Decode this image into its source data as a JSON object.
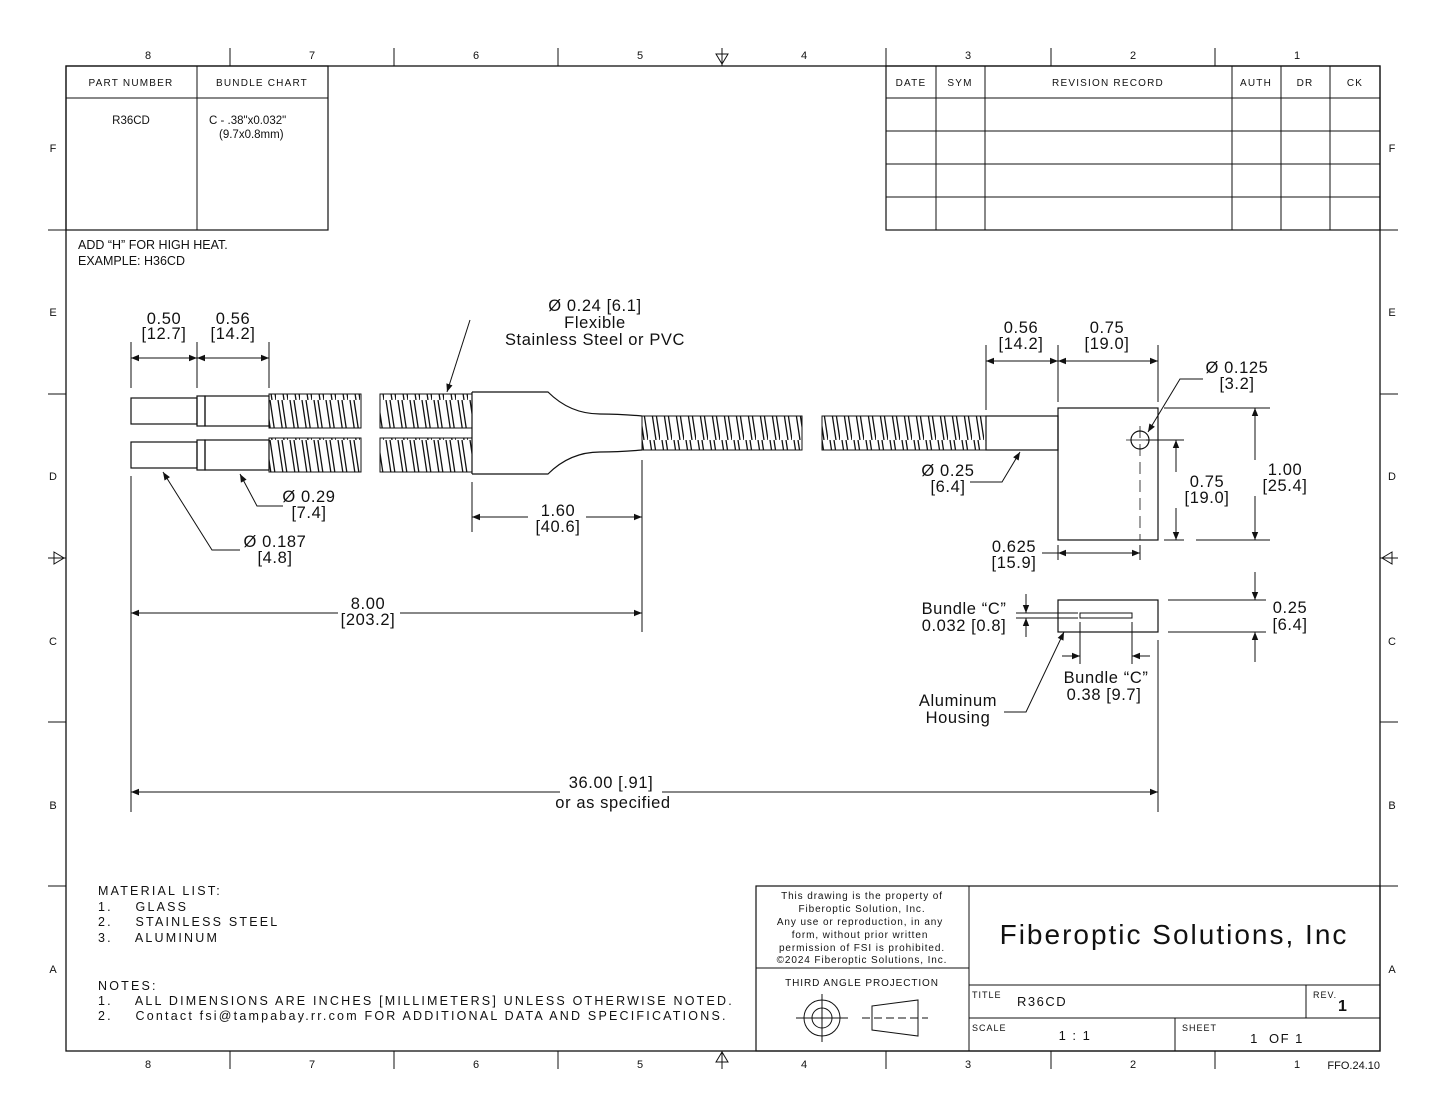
{
  "border": {
    "zones_top": [
      "8",
      "7",
      "6",
      "5",
      "4",
      "3",
      "2",
      "1"
    ],
    "zones_side": [
      "F",
      "E",
      "D",
      "C",
      "B",
      "A"
    ],
    "form_code": "FFO.24.10"
  },
  "part_table": {
    "headers": [
      "PART NUMBER",
      "BUNDLE CHART"
    ],
    "part_number": "R36CD",
    "bundle_line1": "C - .38\"x0.032\"",
    "bundle_line2": "(9.7x0.8mm)"
  },
  "revision_table": {
    "headers": [
      "DATE",
      "SYM",
      "REVISION RECORD",
      "AUTH",
      "DR",
      "CK"
    ]
  },
  "notes_top": [
    "ADD “H” FOR HIGH HEAT.",
    "EXAMPLE: H36CD"
  ],
  "dimensions": {
    "d050": "0.50",
    "d050mm": "[12.7]",
    "d056": "0.56",
    "d056mm": "[14.2]",
    "sheath_line1": "Ø 0.24 [6.1]",
    "sheath_line2": "Flexible",
    "sheath_line3": "Stainless Steel or PVC",
    "d029": "Ø 0.29",
    "d029mm": "[7.4]",
    "d0187": "Ø 0.187",
    "d0187mm": "[4.8]",
    "d160": "1.60",
    "d160mm": "[40.6]",
    "d800": "8.00",
    "d800mm": "[203.2]",
    "d3600": "36.00 [.91]",
    "d3600b": "or as specified",
    "r056": "0.56",
    "r056mm": "[14.2]",
    "r075": "0.75",
    "r075mm": "[19.0]",
    "hole": "Ø 0.125",
    "holemm": "[3.2]",
    "d025": "Ø 0.25",
    "d025mm": "[6.4]",
    "v075": "0.75",
    "v075mm": "[19.0]",
    "v100": "1.00",
    "v100mm": "[25.4]",
    "d0625": "0.625",
    "d0625mm": "[15.9]",
    "bundle_thk_label": "Bundle “C”",
    "bundle_thk": "0.032 [0.8]",
    "bundle_w_label": "Bundle “C”",
    "bundle_w": "0.38 [9.7]",
    "v025": "0.25",
    "v025mm": "[6.4]",
    "housing1": "Aluminum",
    "housing2": "Housing"
  },
  "material_list": {
    "title": "MATERIAL LIST:",
    "items": [
      "1.    GLASS",
      "2.    STAINLESS STEEL",
      "3.    ALUMINUM"
    ]
  },
  "notes": {
    "title": "NOTES:",
    "items": [
      "1.    ALL DIMENSIONS ARE INCHES [MILLIMETERS] UNLESS OTHERWISE NOTED.",
      "2.    Contact fsi@tampabay.rr.com FOR ADDITIONAL DATA AND SPECIFICATIONS."
    ]
  },
  "title_block": {
    "disclaimer": [
      "This drawing is the property of",
      "Fiberoptic Solution, Inc.",
      "Any use or reproduction, in any",
      "form, without prior written",
      "permission of FSI is prohibited.",
      "©2024 Fiberoptic Solutions, Inc."
    ],
    "projection": "THIRD ANGLE PROJECTION",
    "company": "Fiberoptic Solutions, Inc",
    "title_label": "TITLE",
    "title": "R36CD",
    "rev_label": "REV.",
    "rev": "1",
    "scale_label": "SCALE",
    "scale": "1 : 1",
    "sheet_label": "SHEET",
    "sheet": "1  OF 1"
  }
}
